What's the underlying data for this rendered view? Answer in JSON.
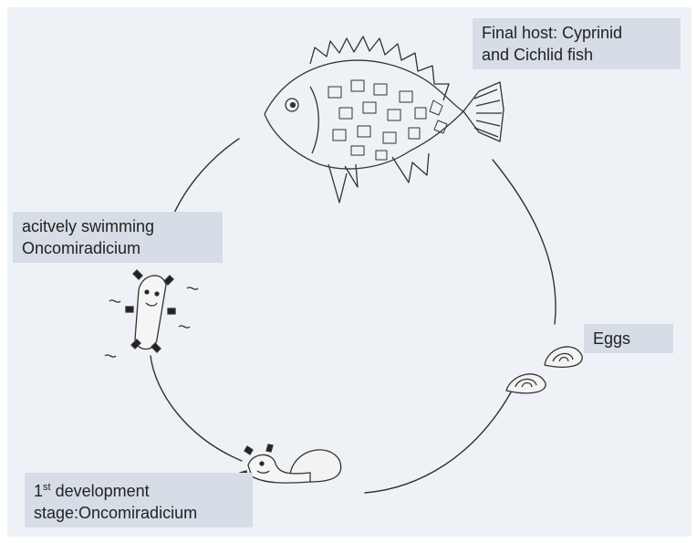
{
  "diagram": {
    "labels": {
      "final_host": [
        "Final host: Cyprinid",
        "and Cichlid fish"
      ],
      "eggs": "Eggs",
      "swimming": [
        "acitvely swimming",
        "Oncomiradicium"
      ],
      "development": {
        "line1_num": "1",
        "line1_sup": "st",
        "line1_rest": " development",
        "line2": "stage:Oncomiradicium"
      }
    },
    "colors": {
      "panel": "#eef2f6",
      "label_bg": "#d6dde6",
      "ink": "#333333"
    }
  }
}
